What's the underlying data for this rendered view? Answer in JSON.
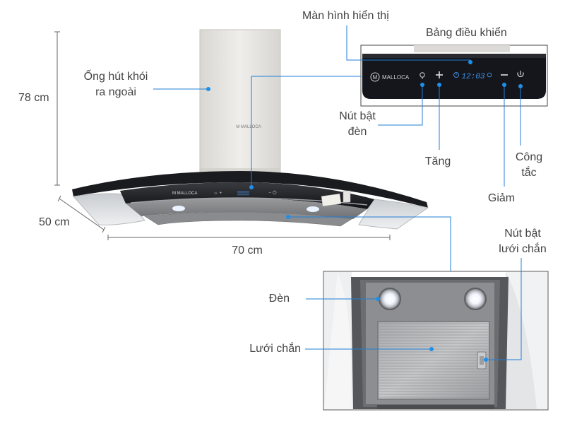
{
  "brand": "MALLOCA",
  "display_digits": "12:03",
  "colors": {
    "callout": "#1f7fd6",
    "dot": "#1f8fe8",
    "panel": "#14151a",
    "text": "#444444",
    "chimney": "#e6e4e0"
  },
  "dimensions": {
    "height": "78 cm",
    "depth": "50 cm",
    "width": "70 cm"
  },
  "labels": {
    "chimney": "Ống hút khói\nra ngoài",
    "display": "Màn hình hiển thị",
    "control_panel": "Bảng điều khiển",
    "light_button": "Nút bật\nđèn",
    "increase": "Tăng",
    "decrease": "Giảm",
    "power": "Công\ntắc",
    "filter_button": "Nút bật\nlưới chắn",
    "lamp": "Đèn",
    "filter": "Lưới chắn"
  },
  "icons": [
    "light-icon",
    "plus-icon",
    "timer-icon",
    "fan-icon",
    "minus-icon",
    "power-icon"
  ]
}
